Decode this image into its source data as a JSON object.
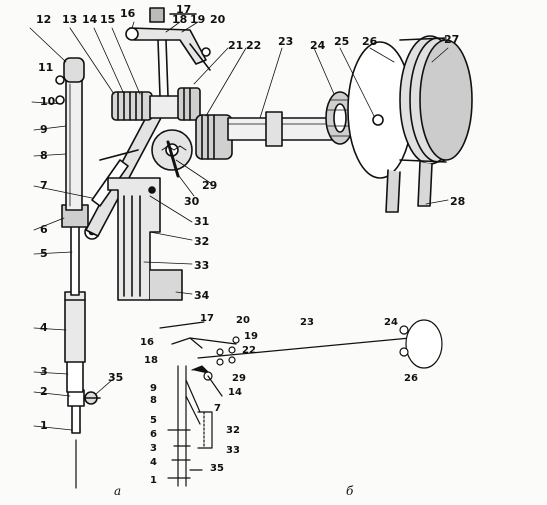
{
  "figure": {
    "subfigures": {
      "a": "а",
      "b": "б"
    },
    "labels_a": [
      "1",
      "2",
      "3",
      "4",
      "5",
      "6",
      "7",
      "8",
      "9",
      "10",
      "11",
      "12",
      "13",
      "14",
      "15",
      "16",
      "17",
      "18",
      "19",
      "20",
      "21",
      "22",
      "23",
      "24",
      "25",
      "26",
      "27",
      "28",
      "29",
      "30",
      "31",
      "32",
      "33",
      "34",
      "35"
    ],
    "labels_b": [
      "1",
      "3",
      "4",
      "5",
      "6",
      "7",
      "8",
      "9",
      "14",
      "16",
      "17",
      "18",
      "19",
      "20",
      "22",
      "23",
      "24",
      "26",
      "29",
      "32",
      "33",
      "35"
    ]
  }
}
